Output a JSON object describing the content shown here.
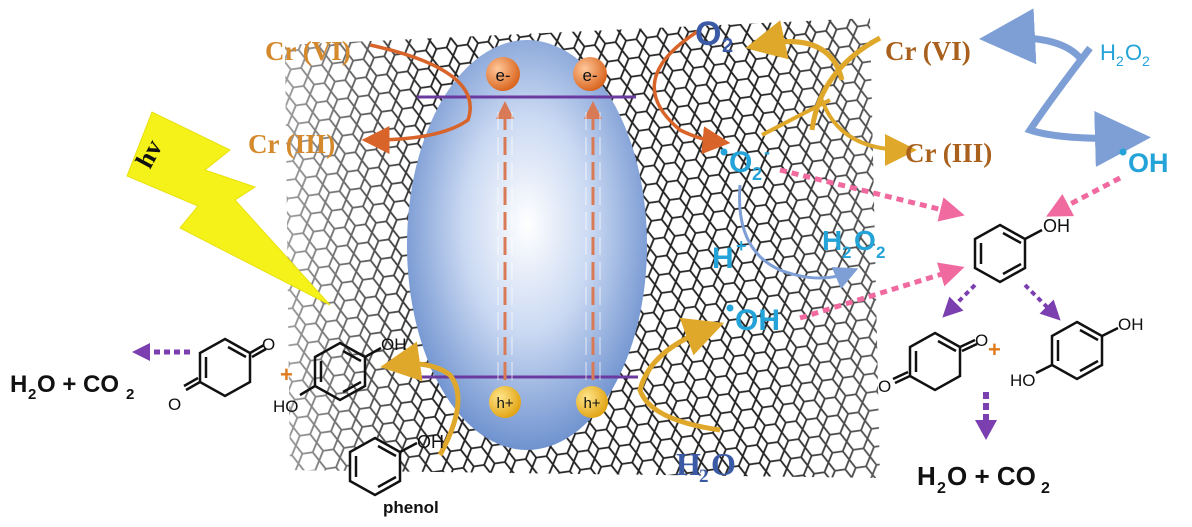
{
  "labels": {
    "cr6_left": "Cr (VI)",
    "cr3_left": "Cr (III)",
    "cr6_right": "Cr (VI)",
    "cr3_right": "Cr (III)",
    "o2": "O",
    "o2_sub": "2",
    "h2o2_top": "H",
    "h2o2_top_sub": "2",
    "h2o2_top_tail": "O",
    "h2o2_top_sub2": "2",
    "oh_right": "OH",
    "superoxide": "O",
    "superoxide_sub": "2",
    "superoxide_sup": "-",
    "h_plus": "H",
    "h_plus_sup": "+",
    "h2o2_mid": "H",
    "h2o2_mid_sub": "2",
    "h2o2_mid_tail": "O",
    "h2o2_mid_sub2": "2",
    "oh_mid": "OH",
    "h2o": "H",
    "h2o_sub": "2",
    "h2o_tail": "O",
    "hv": "hv",
    "electron": "e-",
    "hole": "h+",
    "left_product": "H",
    "left_product_sub": "2",
    "left_product_mid": "O + CO",
    "left_product_sub2": "2",
    "right_product": "H",
    "right_product_sub": "2",
    "right_product_mid": "O + CO",
    "right_product_sub2": "2",
    "phenol": "phenol",
    "plus": "+",
    "OH_group": "OH",
    "HO_group": "HO",
    "O_group": "O"
  },
  "colors": {
    "chromium": "#c8741e",
    "chromium_dark": "#a8601c",
    "oxygen_blue": "#3a5aa6",
    "radical_cyan": "#23a3d8",
    "pink_arrow": "#f06aa0",
    "purple_arrow": "#7b3fb0",
    "gold_arrow": "#e0a82a",
    "orange_arrow": "#d8642a",
    "lightning": "#f5f21a",
    "band_line": "#6a3aa0",
    "electron_fill": "#e8782a",
    "hole_fill": "#f0b21e"
  }
}
